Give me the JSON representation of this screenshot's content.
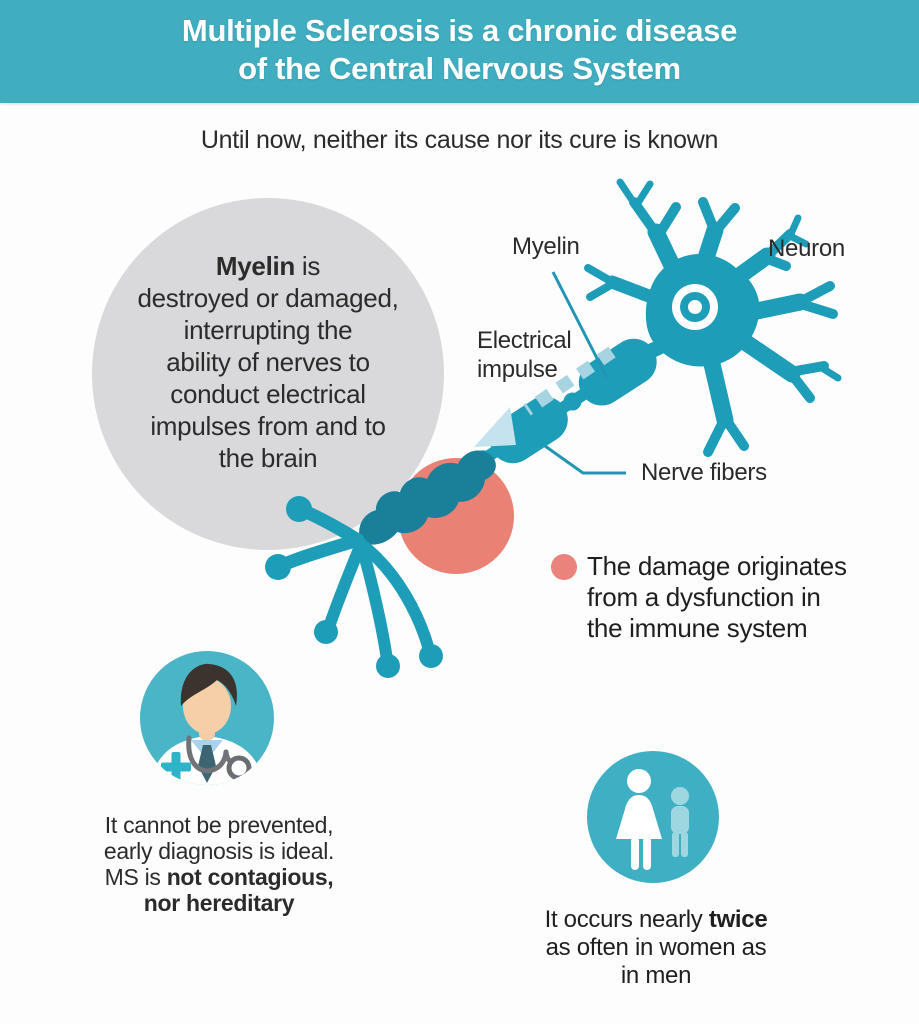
{
  "colors": {
    "banner_teal": "#40aec0",
    "neuron_teal": "#1d9db8",
    "damaged_myelin_teal": "#1a7f99",
    "damage_red": "#e98175",
    "damage_dot_red": "#ea837b",
    "circle_gray": "#d9d9db",
    "impulse_dash_blue": "#a7d4e3",
    "text_dark": "#2b2b2b"
  },
  "header": {
    "title_lines": [
      "Multiple Sclerosis is a chronic disease",
      "of the Central Nervous System"
    ]
  },
  "subtitle": "Until now, neither its cause nor its cure is known",
  "myelin_circle": {
    "lead_bold": "Myelin",
    "lead_rest": " is",
    "lines": [
      "destroyed or damaged,",
      "interrupting the",
      "ability of nerves to",
      "conduct electrical",
      "impulses from and to",
      "the brain"
    ]
  },
  "diagram": {
    "myelin_label": "Myelin",
    "neuron_label": "Neuron",
    "electrical_impulse_lines": [
      "Electrical",
      "impulse"
    ],
    "nerve_fibers_label": "Nerve fibers"
  },
  "damage_note": {
    "lines": [
      "The damage originates",
      "from a dysfunction in",
      "the immune system"
    ]
  },
  "prevention_note": {
    "line1": "It cannot be prevented,",
    "line2": "early diagnosis is ideal.",
    "line3_normal": "MS is ",
    "line3_bold": "not contagious,",
    "line4_bold": "nor hereditary"
  },
  "gender_note": {
    "line1_normal": "It occurs nearly ",
    "line1_bold": "twice",
    "line2": "as often in women as",
    "line3": "in men"
  },
  "icons": {
    "doctor": "doctor-avatar-icon",
    "gender": "female-male-icon",
    "damage_dot": "damage-dot-icon",
    "neuron": "neuron-diagram"
  }
}
